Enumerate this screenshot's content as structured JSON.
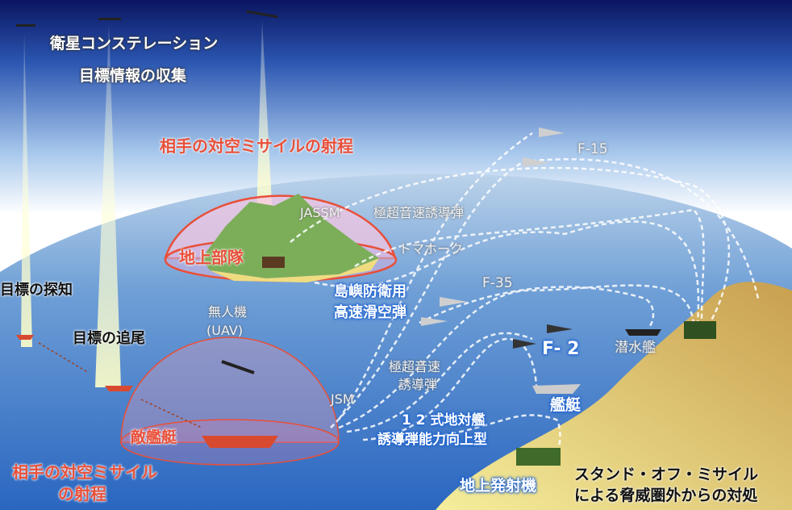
{
  "labels": {
    "satellite_1": "衛星コンステレーション",
    "satellite_2": "目標情報の収集",
    "enemy_range_top": "相手の対空ミサイルの射程",
    "ground_unit": "地上部隊",
    "jassm": "JASSM",
    "hypersonic_1": "極超音速誘導弾",
    "tomahawk": "トマホーク",
    "hvgp_1": "島嶼防衛用",
    "hvgp_2": "高速滑空弾",
    "f35": "F-35",
    "f15": "F-15",
    "f2": "F- 2",
    "submarine": "潜水艦",
    "warship": "艦艇",
    "uav_1": "無人機",
    "uav_2": "(UAV)",
    "detect": "目標の探知",
    "track": "目標の追尾",
    "hypersonic_2a": "極超音速",
    "hypersonic_2b": "誘導弾",
    "jsm": "JSM",
    "type12_1": "1 2 式地対艦",
    "type12_2": "誘導弾能力向上型",
    "enemy_ship": "敵艦艇",
    "enemy_range_bottom_1": "相手の対空ミサイル",
    "enemy_range_bottom_2": "の射程",
    "ground_launcher": "地上発射機",
    "standoff_1": "スタンド・オフ・ミサイル",
    "standoff_2": "による脅威圏外からの対処"
  },
  "colors": {
    "sky_top": "#0a1560",
    "sea": "#2f6cc0",
    "range_red": "#e8503a",
    "sand": "#e8d27a"
  }
}
